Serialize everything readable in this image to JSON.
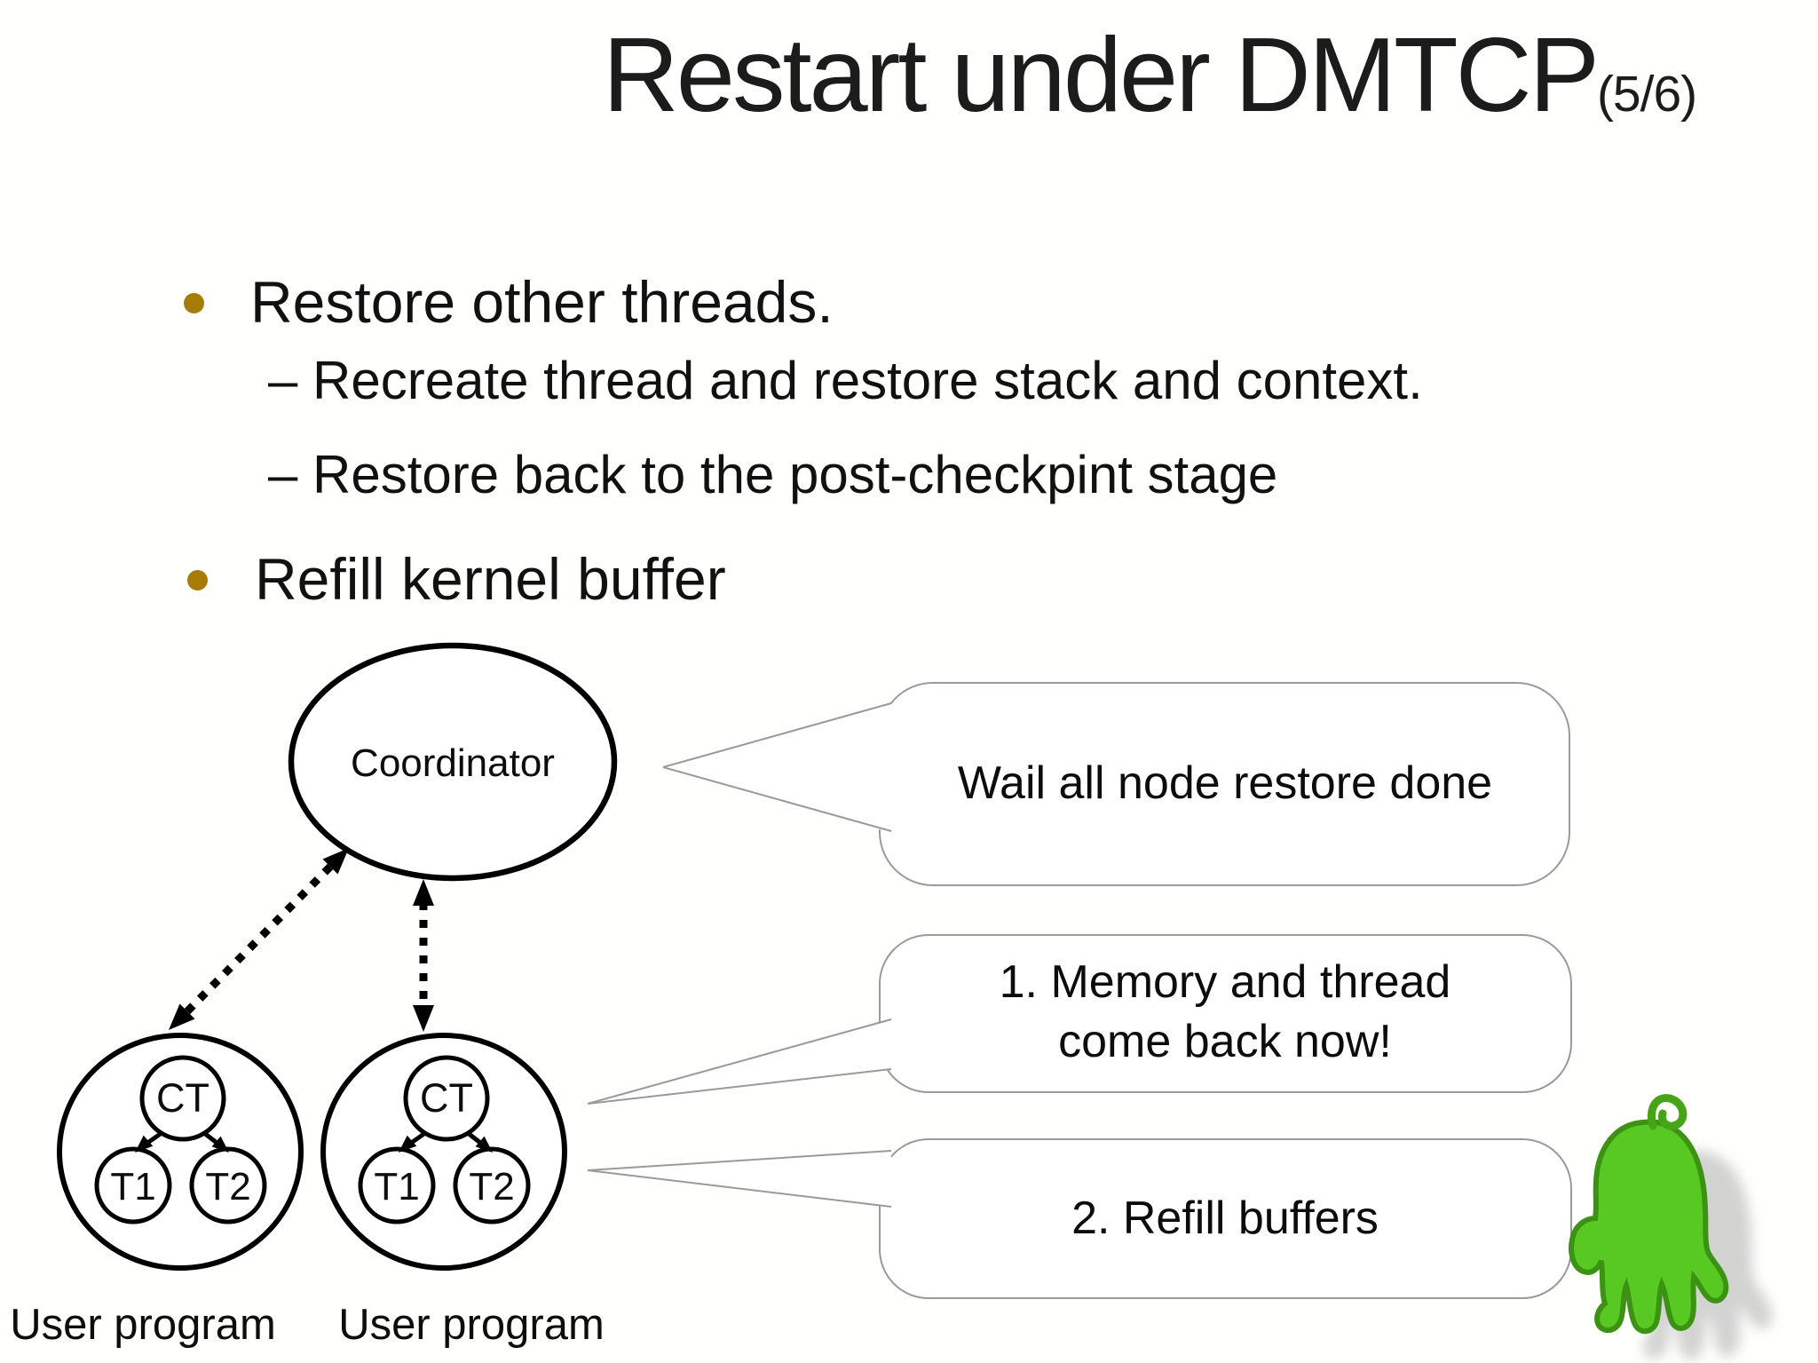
{
  "slide": {
    "title": "Restart under DMTCP",
    "title_suffix": "(5/6)",
    "bullets": [
      {
        "text": "Restore other threads.",
        "sub": [
          "– Recreate thread and restore stack and context.",
          "– Restore back to the post-checkpint stage"
        ]
      },
      {
        "text": "Refill kernel buffer",
        "sub": []
      }
    ]
  },
  "diagram": {
    "coordinator_label": "Coordinator",
    "processes": [
      {
        "ct": "CT",
        "t1": "T1",
        "t2": "T2",
        "caption": "User program"
      },
      {
        "ct": "CT",
        "t1": "T1",
        "t2": "T2",
        "caption": "User program"
      }
    ],
    "bubbles": [
      {
        "text": "Wail all node restore done"
      },
      {
        "text": "1. Memory and thread come back now!"
      },
      {
        "text": "2. Refill buffers"
      }
    ],
    "mascot": "green-hand"
  },
  "colors": {
    "bullet_accent": "#a87b08",
    "ink": "#111111",
    "bubble_border": "#9a9a9a",
    "mascot_green": "#58c822",
    "mascot_outline": "#3c9212"
  }
}
